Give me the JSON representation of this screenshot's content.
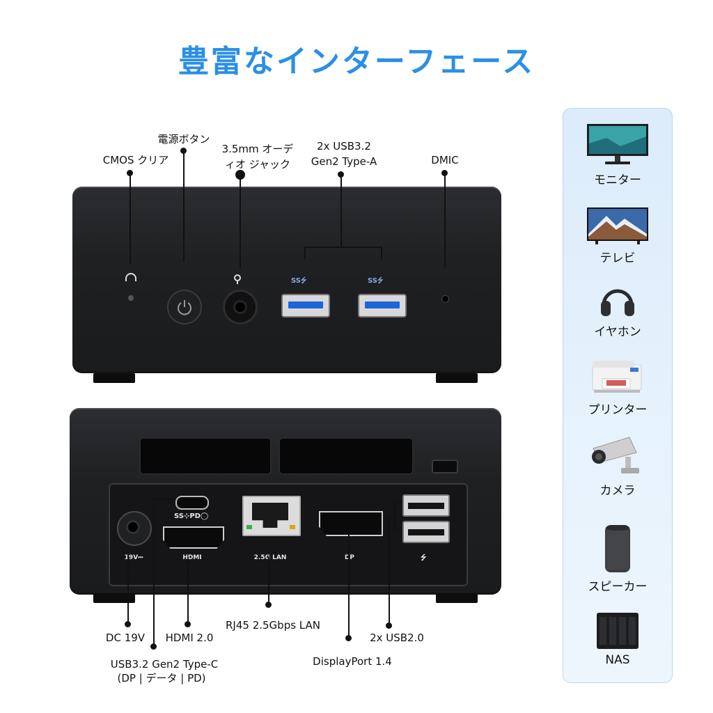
{
  "title": "豊富なインターフェース",
  "front_labels": {
    "cmos": "CMOS クリア",
    "power": "電源ボタン",
    "audio_line1": "3.5mm オーデ",
    "audio_line2": "ィオ ジャック",
    "usb_line1": "2x USB3.2",
    "usb_line2": "Gen2 Type-A",
    "dmic": "DMIC"
  },
  "rear_port_text": {
    "dc": "19V⎓",
    "hdmi": "HDMI",
    "lan": "2.5G LAN",
    "dp": "DP",
    "usbc_symbol": "SS⊹PD◯",
    "usb3_symbol": "SS⭍"
  },
  "rear_labels": {
    "dc": "DC 19V",
    "hdmi": "HDMI 2.0",
    "usbc_line1": "USB3.2 Gen2 Type-C",
    "usbc_line2": "(DP | データ | PD)",
    "lan": "RJ45 2.5Gbps LAN",
    "usb2": "2x USB2.0",
    "dp": "DisplayPort 1.4"
  },
  "sidebar": {
    "items": [
      {
        "label": "モニター",
        "icon": "monitor-icon"
      },
      {
        "label": "テレビ",
        "icon": "tv-icon"
      },
      {
        "label": "イヤホン",
        "icon": "headphones-icon"
      },
      {
        "label": "プリンター",
        "icon": "printer-icon"
      },
      {
        "label": "カメラ",
        "icon": "camera-icon"
      },
      {
        "label": "スピーカー",
        "icon": "speaker-icon"
      },
      {
        "label": "NAS",
        "icon": "nas-icon"
      }
    ]
  },
  "colors": {
    "title": "#2b8fe6",
    "sidebar_bg": "#dcecfb",
    "usb3_blue": "#1c66d8"
  }
}
